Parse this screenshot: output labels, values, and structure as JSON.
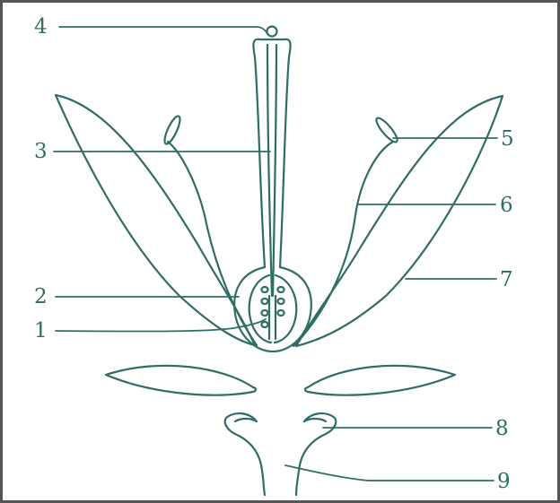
{
  "diagram": {
    "stroke_color": "#2e6e66",
    "border_color": "#555555",
    "labels": {
      "l1": "1",
      "l2": "2",
      "l3": "3",
      "l4": "4",
      "l5": "5",
      "l6": "6",
      "l7": "7",
      "l8": "8",
      "l9": "9"
    }
  }
}
